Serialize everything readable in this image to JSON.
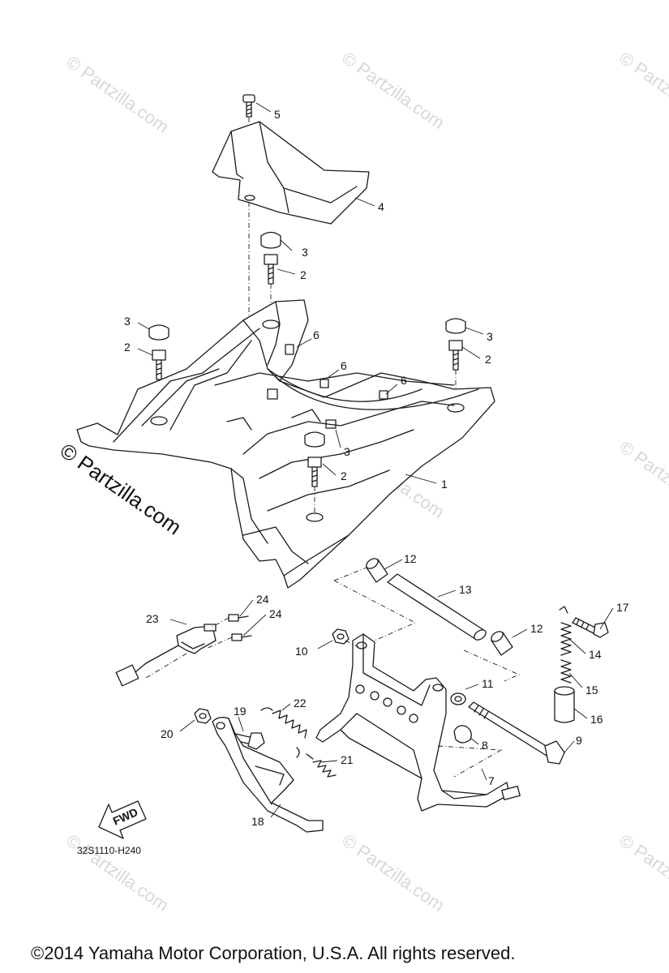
{
  "watermark": {
    "text": "© Partzilla.com"
  },
  "diagram": {
    "code": "32S1110-H240",
    "fwd_label": "FWD",
    "callouts": {
      "c1": "1",
      "c2a": "2",
      "c2b": "2",
      "c2c": "2",
      "c2d": "2",
      "c3a": "3",
      "c3b": "3",
      "c3c": "3",
      "c3d": "3",
      "c4": "4",
      "c5": "5",
      "c6a": "6",
      "c6b": "6",
      "c6c": "6",
      "c7": "7",
      "c8": "8",
      "c9": "9",
      "c10": "10",
      "c11": "11",
      "c12a": "12",
      "c12b": "12",
      "c13": "13",
      "c14": "14",
      "c15": "15",
      "c16": "16",
      "c17": "17",
      "c18": "18",
      "c19": "19",
      "c20": "20",
      "c21": "21",
      "c22": "22",
      "c23": "23",
      "c24a": "24",
      "c24b": "24"
    }
  },
  "footer": {
    "copyright": "©2014  Yamaha Motor Corporation, U.S.A. All rights reserved."
  }
}
